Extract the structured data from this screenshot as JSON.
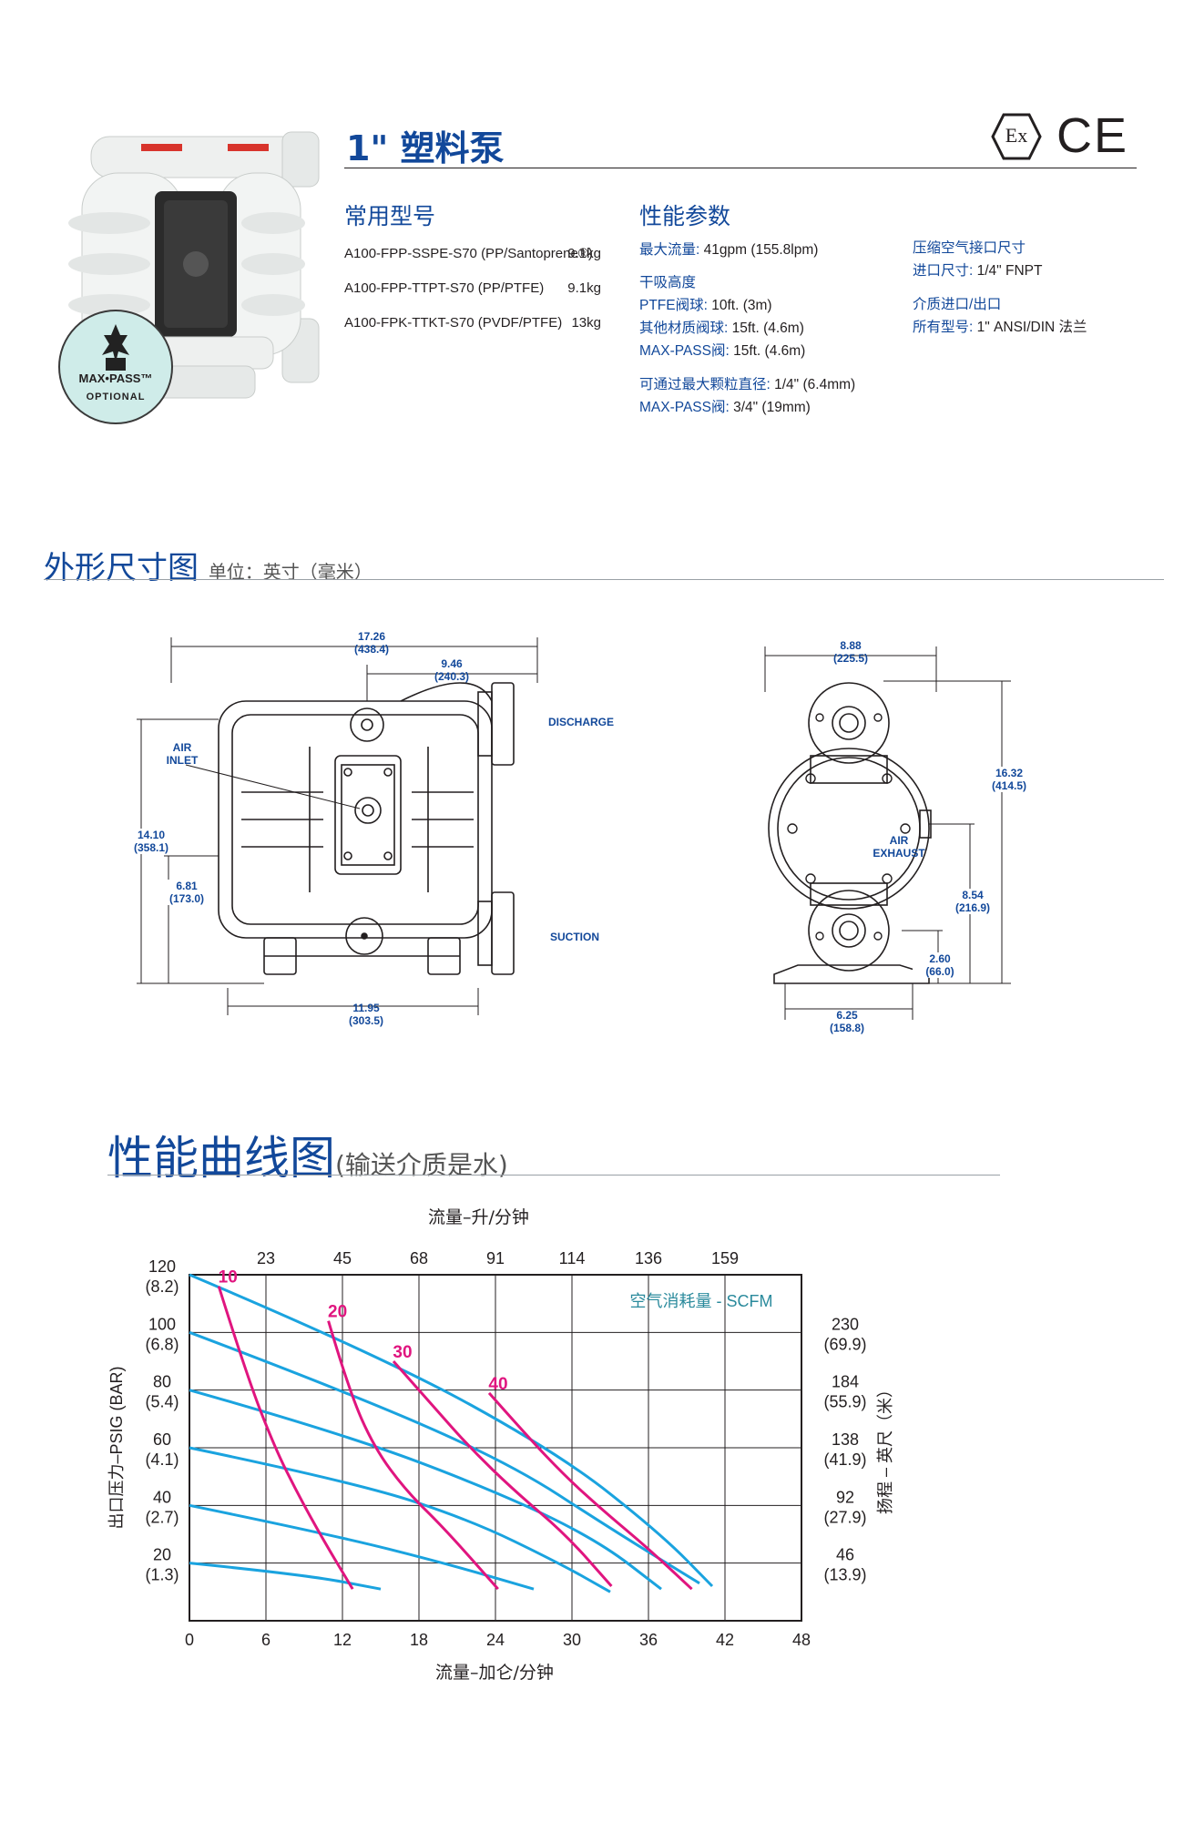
{
  "header": {
    "title": "1\" 塑料泵",
    "cert_marks": [
      "Ex",
      "CE"
    ],
    "badge": {
      "top": "MAX•PASS™",
      "bottom": "OPTIONAL"
    }
  },
  "models": {
    "heading": "常用型号",
    "rows": [
      {
        "model": "A100-FPP-SSPE-S70 (PP/Santoprene®)",
        "weight": "9.1kg"
      },
      {
        "model": "A100-FPP-TTPT-S70 (PP/PTFE)",
        "weight": "9.1kg"
      },
      {
        "model": "A100-FPK-TTKT-S70 (PVDF/PTFE)",
        "weight": "13kg"
      }
    ]
  },
  "performance": {
    "heading": "性能参数",
    "max_flow": {
      "label": "最大流量:",
      "value": "41gpm (155.8lpm)"
    },
    "dry_lift": {
      "label": "干吸高度"
    },
    "ptfe_ball": {
      "label": "PTFE阀球:",
      "value": "10ft. (3m)"
    },
    "other_ball": {
      "label": "其他材质阀球:",
      "value": "15ft. (4.6m)"
    },
    "maxpass_valve": {
      "label": "MAX-PASS阀:",
      "value": "15ft. (4.6m)"
    },
    "max_particle": {
      "label": "可通过最大颗粒直径:",
      "value": "1/4\" (6.4mm)"
    },
    "maxpass_particle": {
      "label": "MAX-PASS阀:",
      "value": "3/4\" (19mm)"
    },
    "air_inlet_heading": "压缩空气接口尺寸",
    "air_inlet": {
      "label": "进口尺寸:",
      "value": "1/4\" FNPT"
    },
    "fluid_heading": "介质进口/出口",
    "fluid": {
      "label": "所有型号:",
      "value": "1\" ANSI/DIN 法兰"
    }
  },
  "dimensions": {
    "heading": "外形尺寸图",
    "unit": "单位：英寸（毫米）",
    "front": {
      "width_total": "17.26",
      "width_total_mm": "(438.4)",
      "width_right": "9.46",
      "width_right_mm": "(240.3)",
      "height_total": "14.10",
      "height_total_mm": "(358.1)",
      "height_mid": "6.81",
      "height_mid_mm": "(173.0)",
      "base_width": "11.95",
      "base_width_mm": "(303.5)",
      "air_inlet_label": [
        "AIR",
        "INLET"
      ],
      "discharge_label": "DISCHARGE",
      "suction_label": "SUCTION"
    },
    "side": {
      "width_total": "8.88",
      "width_total_mm": "(225.5)",
      "height_total": "16.32",
      "height_total_mm": "(414.5)",
      "height_exhaust": "8.54",
      "height_exhaust_mm": "(216.9)",
      "height_inlet": "2.60",
      "height_inlet_mm": "(66.0)",
      "base_width": "6.25",
      "base_width_mm": "(158.8)",
      "air_exhaust_label": [
        "AIR",
        "EXHAUST"
      ]
    }
  },
  "curve_section": {
    "heading": "性能曲线图",
    "subheading": "(输送介质是水)"
  },
  "colors": {
    "brand_blue": "#12489a",
    "curve_blue": "#1aa3df",
    "curve_magenta": "#e0157f"
  },
  "chart_data": {
    "type": "line",
    "top_axis_label": "流量–升/分钟",
    "top_ticks": [
      "23",
      "45",
      "68",
      "91",
      "114",
      "136",
      "159"
    ],
    "xlabel": "流量–加仑/分钟",
    "xlim": [
      0,
      48
    ],
    "x_ticks": [
      0,
      6,
      12,
      18,
      24,
      30,
      36,
      42,
      48
    ],
    "ylabel": "出口压力–PSIG (BAR)",
    "ylim": [
      0,
      120
    ],
    "y_ticks": [
      {
        "psi": "120",
        "bar": "(8.2)"
      },
      {
        "psi": "100",
        "bar": "(6.8)"
      },
      {
        "psi": "80",
        "bar": "(5.4)"
      },
      {
        "psi": "60",
        "bar": "(4.1)"
      },
      {
        "psi": "40",
        "bar": "(2.7)"
      },
      {
        "psi": "20",
        "bar": "(1.3)"
      }
    ],
    "right_label": "扬程 – 英尺（米）",
    "right_ticks": [
      {
        "ft": "230",
        "m": "(69.9)",
        "psi": 100
      },
      {
        "ft": "184",
        "m": "(55.9)",
        "psi": 80
      },
      {
        "ft": "138",
        "m": "(41.9)",
        "psi": 60
      },
      {
        "ft": "92",
        "m": "(27.9)",
        "psi": 40
      },
      {
        "ft": "46",
        "m": "(13.9)",
        "psi": 20
      }
    ],
    "grid": true,
    "legend_note": "空气消耗量 - SCFM",
    "inlet_pressure_curves": [
      {
        "points": [
          [
            0,
            120
          ],
          [
            15,
            92
          ],
          [
            29,
            58
          ],
          [
            37,
            30
          ],
          [
            41,
            12
          ]
        ]
      },
      {
        "points": [
          [
            0,
            100
          ],
          [
            12,
            80
          ],
          [
            25,
            55
          ],
          [
            33,
            32
          ],
          [
            40,
            13
          ]
        ]
      },
      {
        "points": [
          [
            0,
            80
          ],
          [
            12,
            65
          ],
          [
            24,
            45
          ],
          [
            32,
            28
          ],
          [
            37,
            11
          ]
        ]
      },
      {
        "points": [
          [
            0,
            60
          ],
          [
            13,
            48
          ],
          [
            22,
            35
          ],
          [
            29,
            20
          ],
          [
            33,
            10
          ]
        ]
      },
      {
        "points": [
          [
            0,
            40
          ],
          [
            11,
            30
          ],
          [
            20,
            20
          ],
          [
            27,
            11
          ]
        ]
      },
      {
        "points": [
          [
            0,
            20
          ],
          [
            9,
            16
          ],
          [
            15,
            11
          ]
        ]
      }
    ],
    "scfm_curves": [
      {
        "name": "10",
        "points": [
          [
            2.3,
            116
          ],
          [
            4.5,
            85
          ],
          [
            6.7,
            60
          ],
          [
            8.5,
            44
          ],
          [
            10.5,
            28
          ],
          [
            12.8,
            11
          ]
        ]
      },
      {
        "name": "20",
        "points": [
          [
            10.9,
            104
          ],
          [
            12.5,
            80
          ],
          [
            14.5,
            60
          ],
          [
            17,
            45
          ],
          [
            20,
            32
          ],
          [
            24.2,
            11
          ]
        ]
      },
      {
        "name": "30",
        "points": [
          [
            16,
            90
          ],
          [
            19,
            75
          ],
          [
            22,
            60
          ],
          [
            25.5,
            45
          ],
          [
            29.5,
            30
          ],
          [
            33.1,
            12
          ]
        ]
      },
      {
        "name": "40",
        "points": [
          [
            23.5,
            79
          ],
          [
            26.5,
            64
          ],
          [
            29.5,
            50
          ],
          [
            32.5,
            38
          ],
          [
            36,
            25
          ],
          [
            39.4,
            11
          ]
        ]
      }
    ]
  }
}
